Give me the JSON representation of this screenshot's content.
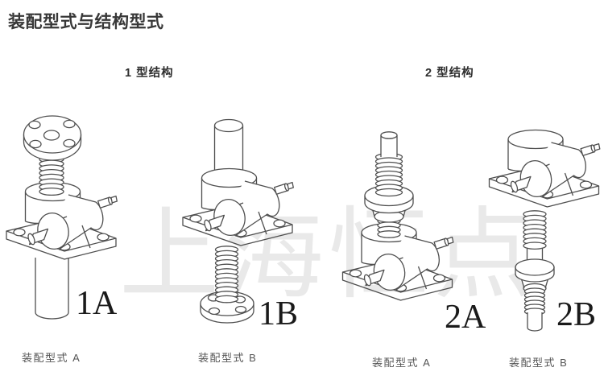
{
  "title": "装配型式与结构型式",
  "watermark": "上海恒点",
  "groups": [
    {
      "header": "1 型结构"
    },
    {
      "header": "2 型结构"
    }
  ],
  "figures": [
    {
      "id": "1A",
      "label": "1A",
      "caption": "装配型式 A",
      "description": "worm-gear screw jack, screw up with top flange, protection tube down"
    },
    {
      "id": "1B",
      "label": "1B",
      "caption": "装配型式 B",
      "description": "worm-gear screw jack, lifting tube up, screw down with bottom flange"
    },
    {
      "id": "2A",
      "label": "2A",
      "caption": "装配型式 A",
      "description": "worm-gear screw jack, rotating screw up through travelling nut"
    },
    {
      "id": "2B",
      "label": "2B",
      "caption": "装配型式 B",
      "description": "worm-gear screw jack, rotating screw down through travelling nut"
    }
  ],
  "colors": {
    "line": "#4f4f4f",
    "title": "#383838",
    "header": "#2e2e2e",
    "caption": "#555555",
    "figure_label": "#1a1a1a",
    "watermark": "#e9e9e9",
    "background": "#ffffff"
  }
}
